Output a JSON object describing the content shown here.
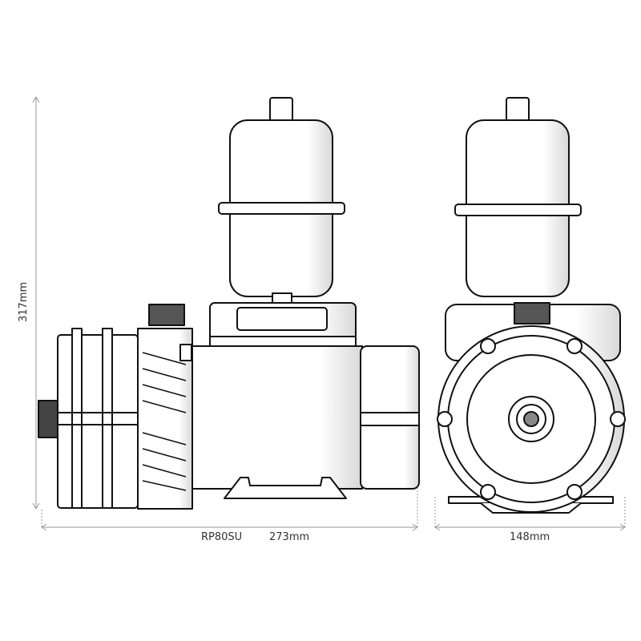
{
  "drawing": {
    "model": "RP80SU",
    "height_dimension": "317mm",
    "length_dimension": "273mm",
    "width_dimension": "148mm"
  }
}
